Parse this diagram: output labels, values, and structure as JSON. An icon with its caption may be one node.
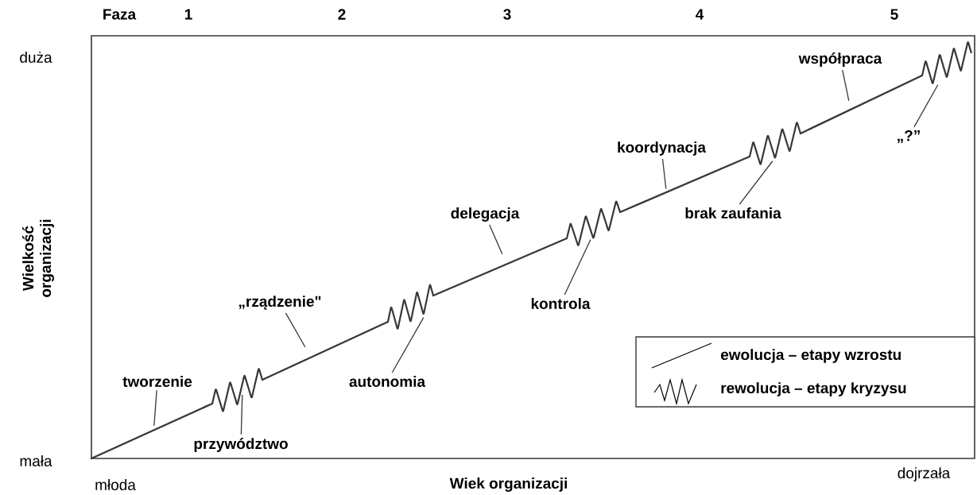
{
  "diagram": {
    "nodes": [
      {
        "text": [
          "tworzenie"
        ]
      },
      {
        "text": [],
        "shape": "line"
      },
      {
        "text": [],
        "shape": "zigzag"
      },
      {
        "text": [
          "przywództwo"
        ]
      },
      {
        "text": [
          "„rządzenie\""
        ]
      },
      {
        "text": [],
        "shape": "line"
      },
      {
        "text": [],
        "shape": "zigzag"
      },
      {
        "text": [
          "autonomia"
        ]
      },
      {
        "text": [
          "delegacja"
        ]
      },
      {
        "text": [],
        "shape": "line"
      },
      {
        "text": [],
        "shape": "zigzag"
      },
      {
        "text": [
          "kontrola"
        ]
      },
      {
        "text": [
          "koordynacja"
        ]
      },
      {
        "text": [],
        "shape": "line"
      },
      {
        "text": [],
        "shape": "zigzag"
      },
      {
        "text": [
          "brak zaufania"
        ]
      },
      {
        "text": [
          "współpraca"
        ]
      },
      {
        "text": [],
        "shape": "line"
      },
      {
        "text": [],
        "shape": "zigzag"
      },
      {
        "text": [
          "„?”"
        ]
      }
    ],
    "edges": [
      {
        "from": 0,
        "to": 1,
        "arrow": "none"
      },
      {
        "from": 3,
        "to": 2,
        "arrow": "none"
      },
      {
        "from": 4,
        "to": 5,
        "arrow": "none"
      },
      {
        "from": 7,
        "to": 6,
        "arrow": "none"
      },
      {
        "from": 8,
        "to": 9,
        "arrow": "none"
      },
      {
        "from": 11,
        "to": 10,
        "arrow": "none"
      },
      {
        "from": 12,
        "to": 13,
        "arrow": "none"
      },
      {
        "from": 15,
        "to": 14,
        "arrow": "none"
      },
      {
        "from": 16,
        "to": 17,
        "arrow": "none"
      },
      {
        "from": 19,
        "to": 18,
        "arrow": "none"
      }
    ],
    "labels": [
      "Faza",
      "1",
      "2",
      "3",
      "4",
      "5",
      "duża",
      "mała",
      "Wielkość organizacji",
      "młoda",
      "Wiek organizacji",
      "dojrzała"
    ],
    "legend": [
      {
        "text": "ewolucja – etapy wzrostu"
      },
      {
        "text": "rewolucja – etapy kryzysu"
      }
    ]
  }
}
